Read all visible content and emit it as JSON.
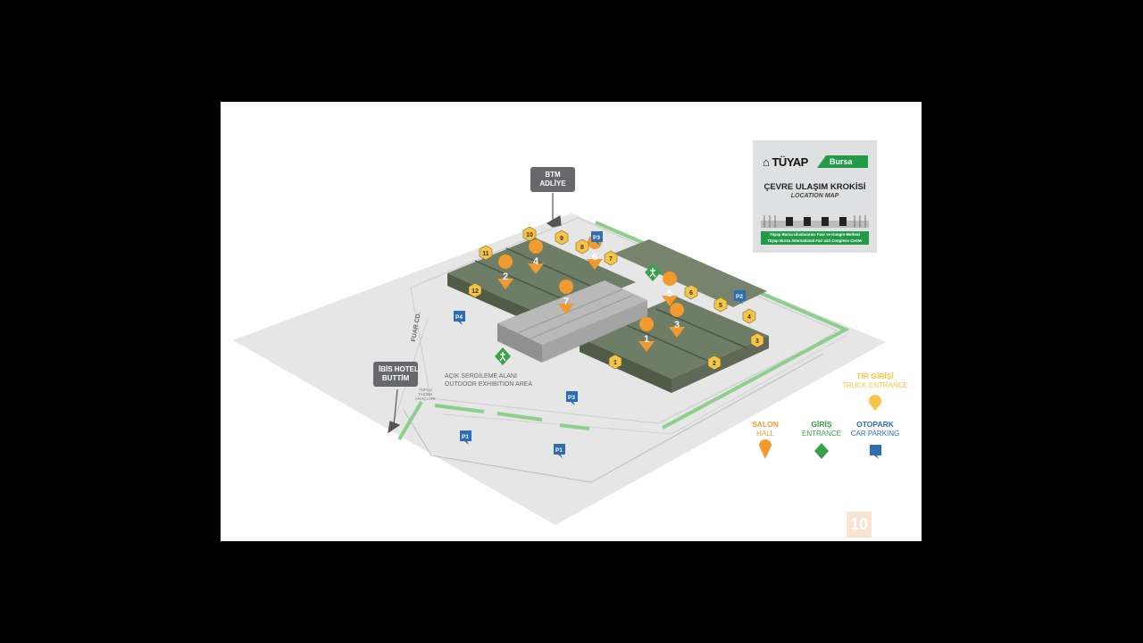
{
  "signs": {
    "btm": [
      "BTM",
      "ADLİYE"
    ],
    "ibis": [
      "İBİS HOTEL",
      "BUTTİM"
    ]
  },
  "street": "FUAR CD.",
  "outdoor_area": [
    "AÇIK SERGİLEME ALANI",
    "OUTDOOR EXHIBITION AREA"
  ],
  "transport_note": [
    "TOPLU",
    "TAŞIMA",
    "ARAÇLARI"
  ],
  "logo_card": {
    "brand": "TÜYAP",
    "city": "Bursa",
    "title": "ÇEVRE ULAŞIM KROKİSİ",
    "subtitle": "LOCATION MAP",
    "band_tr": "Tüyap Bursa Uluslararası Fuar ve Kongre Merkezi",
    "band_en": "Tüyap Bursa International Fair and Congress Center"
  },
  "legend": {
    "truck": {
      "tr": "TIR GİRİŞİ",
      "en": "TRUCK ENTRANCE",
      "color": "#f6c544"
    },
    "hall": {
      "tr": "SALON",
      "en": "HALL",
      "color": "#f29a2e"
    },
    "entrance": {
      "tr": "GİRİŞ",
      "en": "ENTRANCE",
      "color": "#3aa14a"
    },
    "parking": {
      "tr": "OTOPARK",
      "en": "CAR PARKING",
      "color": "#2f6db3"
    }
  },
  "page_number": "10",
  "hall_markers": [
    "1",
    "2",
    "3",
    "4",
    "5",
    "6",
    "7"
  ],
  "truck_markers": [
    "1",
    "2",
    "3",
    "4",
    "5",
    "6",
    "7",
    "8",
    "9",
    "10",
    "11",
    "12"
  ],
  "parking_markers": [
    "P1",
    "P2",
    "P3",
    "P4"
  ]
}
